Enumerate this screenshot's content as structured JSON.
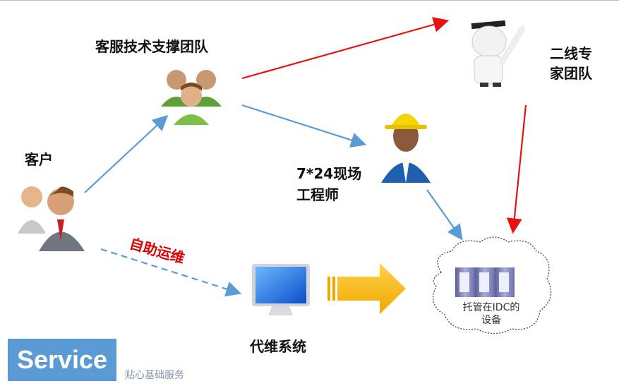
{
  "nodes": {
    "support_team": "客服技术支撑团队",
    "expert_team_line1": "二线专",
    "expert_team_line2": "家团队",
    "engineer_line1": "7*24现场",
    "engineer_line2": "工程师",
    "customer": "客户",
    "self_ops": "自助运维",
    "ops_system": "代维系统",
    "idc_line1": "托管在IDC的",
    "idc_line2": "设备"
  },
  "footer": {
    "badge": "Service",
    "subtitle": "贴心基础服务"
  },
  "colors": {
    "blue_arrow": "#5b9bd5",
    "red_arrow": "#e81010",
    "badge_bg": "#5b9bd5",
    "yellow_arrow": "#f5b800"
  }
}
